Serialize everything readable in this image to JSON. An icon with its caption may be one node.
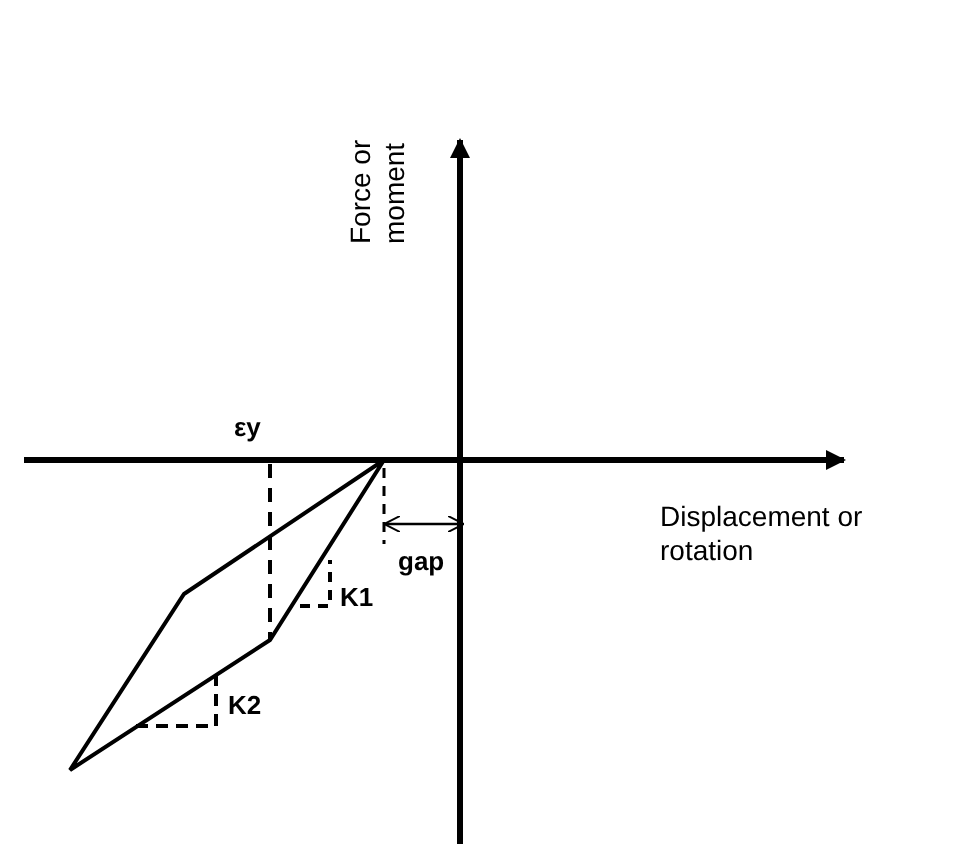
{
  "diagram": {
    "labels": [
      "Force or moment",
      "εy",
      "Displacement or rotation",
      "gap",
      "K1",
      "K2"
    ]
  }
}
